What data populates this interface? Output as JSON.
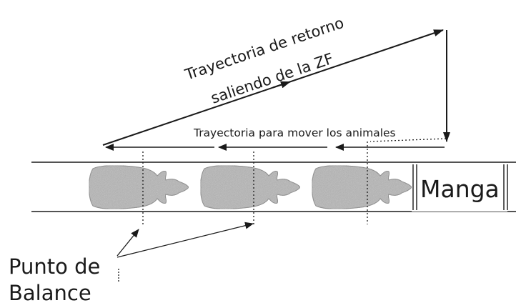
{
  "diagram": {
    "return_path_label": [
      "Trayectoria de retorno",
      "saliendo de la ZF"
    ],
    "move_path_label": "Trayectoria para mover los animales",
    "chute_label": "Manga",
    "balance_point_label": [
      "Punto de",
      "Balance"
    ],
    "animal_count": 3
  },
  "colors": {
    "line": "#1a1a1a",
    "animal_fill": "#b5b5b5",
    "animal_edge": "#7a7a7a",
    "background": "#ffffff"
  }
}
